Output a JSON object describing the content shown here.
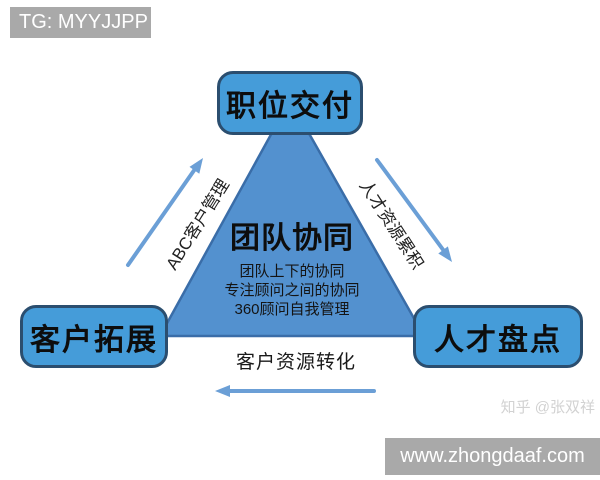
{
  "banners": {
    "tg": "TG: MYYJJPP",
    "site": "www.zhongdaaf.com"
  },
  "nodes": {
    "top": "职位交付",
    "left": "客户拓展",
    "right": "人才盘点"
  },
  "center": {
    "title": "团队协同",
    "lines": [
      "团队上下的协同",
      "专注顾问之间的协同",
      "360顾问自我管理"
    ]
  },
  "edge_labels": {
    "left": "ABC客户管理",
    "right": "人才资源累积",
    "bottom": "客户资源转化"
  },
  "watermark": "知乎 @张双祥",
  "colors": {
    "box-fill": "#459cd9",
    "box-stroke": "#2b4e6f",
    "tri-fill": "#5391cf",
    "tri-stroke": "#3a6da8",
    "arrow": "#6b9fd6",
    "banner-bg": "#a9a9a9",
    "watermark-text": "#d2d2d2",
    "text": "#111111"
  }
}
